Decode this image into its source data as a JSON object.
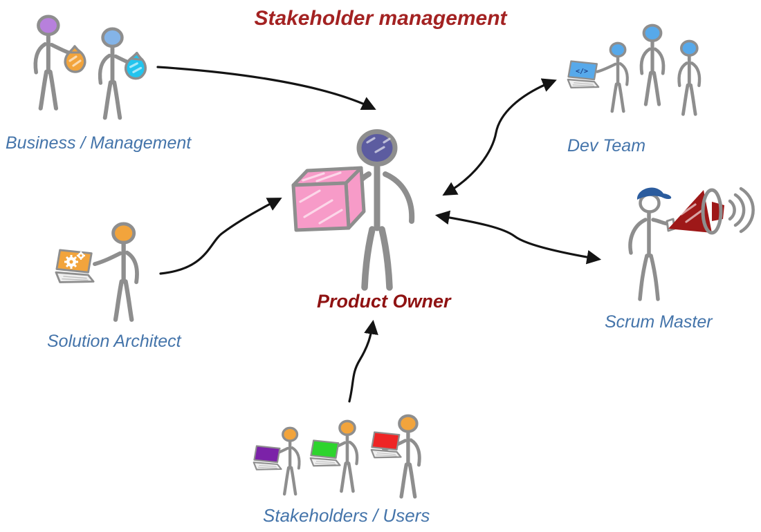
{
  "title": "Stakeholder management",
  "nodes": {
    "business": {
      "label": "Business / Management"
    },
    "solution_architect": {
      "label": "Solution Architect"
    },
    "stakeholders": {
      "label": "Stakeholders / Users"
    },
    "dev_team": {
      "label": "Dev Team",
      "laptop_code": "</>"
    },
    "scrum_master": {
      "label": "Scrum Master"
    },
    "product_owner": {
      "label": "Product Owner"
    }
  },
  "edges": [
    {
      "from": "business",
      "to": "product_owner",
      "direction": "one-way"
    },
    {
      "from": "solution_architect",
      "to": "product_owner",
      "direction": "one-way"
    },
    {
      "from": "stakeholders",
      "to": "product_owner",
      "direction": "one-way"
    },
    {
      "from": "product_owner",
      "to": "dev_team",
      "direction": "two-way"
    },
    {
      "from": "product_owner",
      "to": "scrum_master",
      "direction": "two-way"
    }
  ],
  "colors": {
    "background": "#FFFFFF",
    "title_red": "#A32222",
    "po_label_red": "#8F1212",
    "label_blue": "#4474AA",
    "figure_gray": "#8E8E8E",
    "arrow_black": "#141414",
    "po_head": "#5C5CA0",
    "po_box_pink": "#F79BC8",
    "biz1_head": "#B780DC",
    "biz1_bag": "#F2A43C",
    "biz2_head": "#84B4E8",
    "biz2_bag": "#22C4EE",
    "sa_head": "#F2A43C",
    "sa_laptop": "#F2A43C",
    "dev_head": "#57A9EA",
    "dev_laptop": "#57A9EA",
    "dev_code_navy": "#1B3E86",
    "sm_cap": "#2B5C9E",
    "sm_megaphone": "#9E1818",
    "st_head": "#F2A43C",
    "st_laptop_1": "#7B22A8",
    "st_laptop_2": "#2ED42E",
    "st_laptop_3": "#EE2525"
  }
}
